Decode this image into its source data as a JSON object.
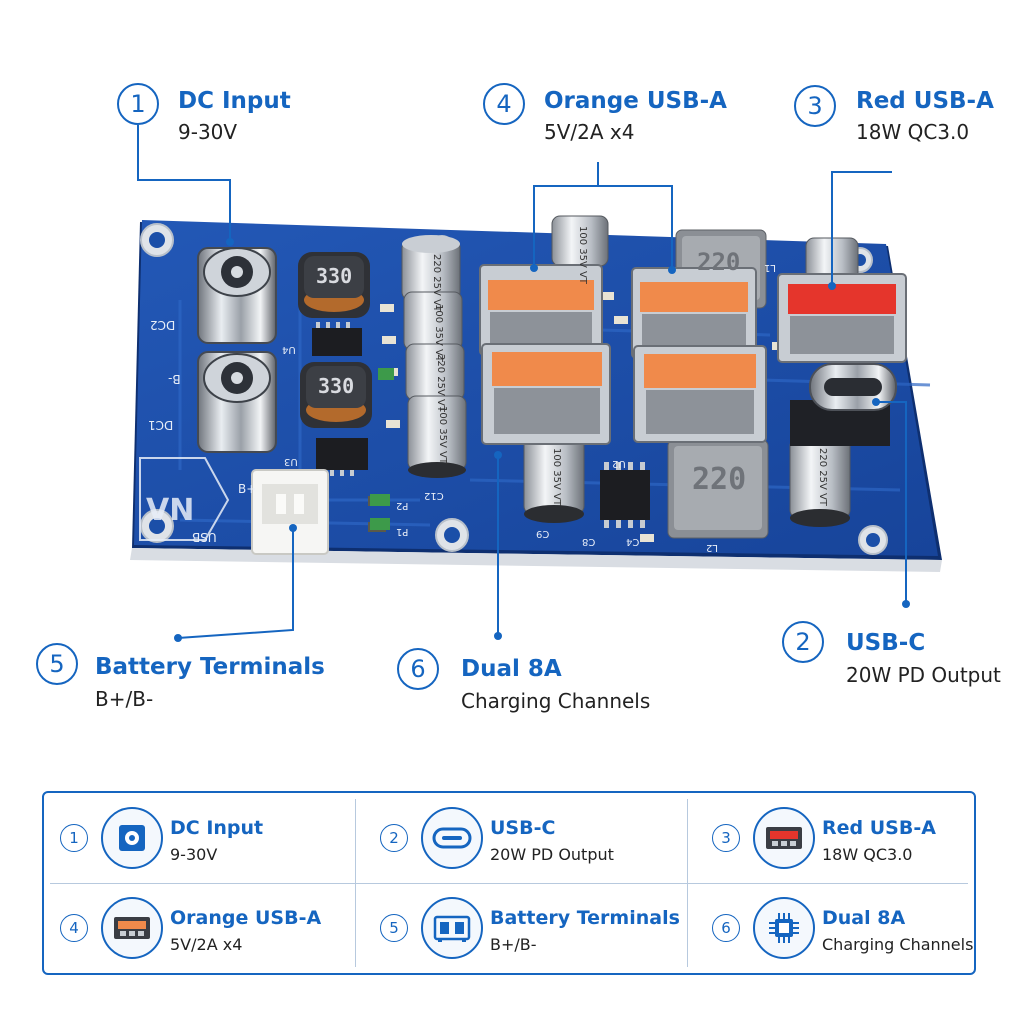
{
  "callouts": [
    {
      "number": "1",
      "title": "DC Input",
      "subtitle": "9-30V"
    },
    {
      "number": "2",
      "title": "USB-C",
      "subtitle": "20W PD Output"
    },
    {
      "number": "3",
      "title": "Red USB-A",
      "subtitle": "18W QC3.0"
    },
    {
      "number": "4",
      "title": "Orange USB-A",
      "subtitle": "5V/2A x4"
    },
    {
      "number": "5",
      "title": "Battery Terminals",
      "subtitle": "B+/B-"
    },
    {
      "number": "6",
      "title": "Dual 8A",
      "subtitle": "Charging Channels"
    }
  ],
  "board": {
    "inductors": [
      "330",
      "330",
      "220",
      "220"
    ],
    "capacitors": [
      {
        "cap": "220",
        "volt": "25V",
        "code": "VT"
      },
      {
        "cap": "100",
        "volt": "35V",
        "code": "VT"
      },
      {
        "cap": "220",
        "volt": "25V",
        "code": "VT"
      },
      {
        "cap": "100",
        "volt": "35V",
        "code": "VT"
      },
      {
        "cap": "100",
        "volt": "35V",
        "code": "VT"
      },
      {
        "cap": "100",
        "volt": "35V",
        "code": "VT"
      },
      {
        "cap": "220",
        "volt": "25V",
        "code": "VT"
      }
    ],
    "silkscreen": [
      "DC2",
      "DC1",
      "B-",
      "B+",
      "U4",
      "U3",
      "U2",
      "L1",
      "L2",
      "P1",
      "P2",
      "C12",
      "C9",
      "C8",
      "C4",
      "USB"
    ]
  },
  "legend": [
    {
      "number": "1",
      "title": "DC Input",
      "subtitle": "9-30V",
      "icon": "dc-jack-icon"
    },
    {
      "number": "2",
      "title": "USB-C",
      "subtitle": "20W PD Output",
      "icon": "usb-c-icon"
    },
    {
      "number": "3",
      "title": "Red USB-A",
      "subtitle": "18W QC3.0",
      "icon": "red-usb-a-icon"
    },
    {
      "number": "4",
      "title": "Orange USB-A",
      "subtitle": "5V/2A x4",
      "icon": "orange-usb-a-icon"
    },
    {
      "number": "5",
      "title": "Battery Terminals",
      "subtitle": "B+/B-",
      "icon": "battery-terminal-icon"
    },
    {
      "number": "6",
      "title": "Dual 8A",
      "subtitle": "Charging Channels",
      "icon": "chip-icon"
    }
  ],
  "colors": {
    "accent": "#1565c0",
    "pcb": "#1b4fa8",
    "orange_port": "#f08a4b",
    "red_port": "#e5352c"
  }
}
